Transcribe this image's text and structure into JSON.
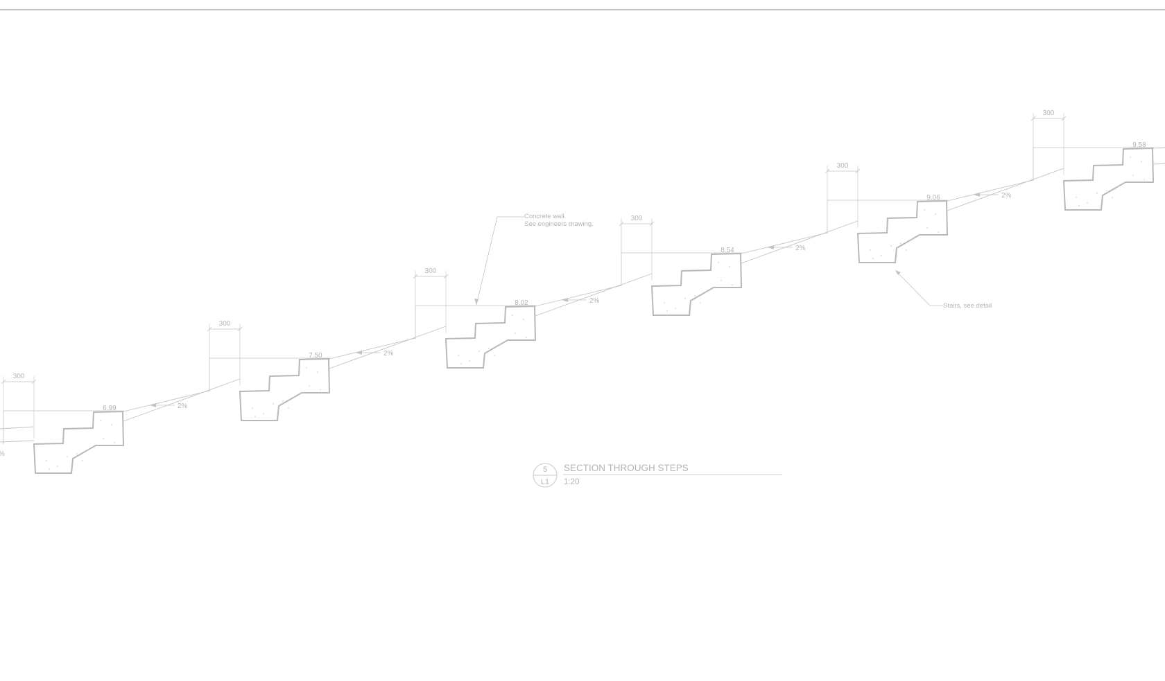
{
  "drawing": {
    "title": {
      "detail_number": "5",
      "sheet_number": "L1",
      "name": "SECTION THROUGH STEPS",
      "scale": "1:20"
    },
    "colors": {
      "linework": "#c2c2c2",
      "step_outline": "#b8b8b8",
      "text": "#b4b4b4",
      "frame_line": "#9a9a9a"
    },
    "annotations": {
      "concrete_wall_line1": "Concrete wall.",
      "concrete_wall_line2": "See engineers drawing.",
      "stairs_note": "Stairs, see detail"
    },
    "left_edge_grade": "%",
    "steps": [
      {
        "level": "6.99",
        "tread_dim": "300",
        "grade": "2%"
      },
      {
        "level": "7.50",
        "tread_dim": "300",
        "grade": "2%"
      },
      {
        "level": "8.02",
        "tread_dim": "300",
        "grade": "2%"
      },
      {
        "level": "8.54",
        "tread_dim": "300",
        "grade": "2%"
      },
      {
        "level": "9.06",
        "tread_dim": "300",
        "grade": "2%"
      },
      {
        "level": "9.58",
        "tread_dim": "300"
      }
    ]
  }
}
